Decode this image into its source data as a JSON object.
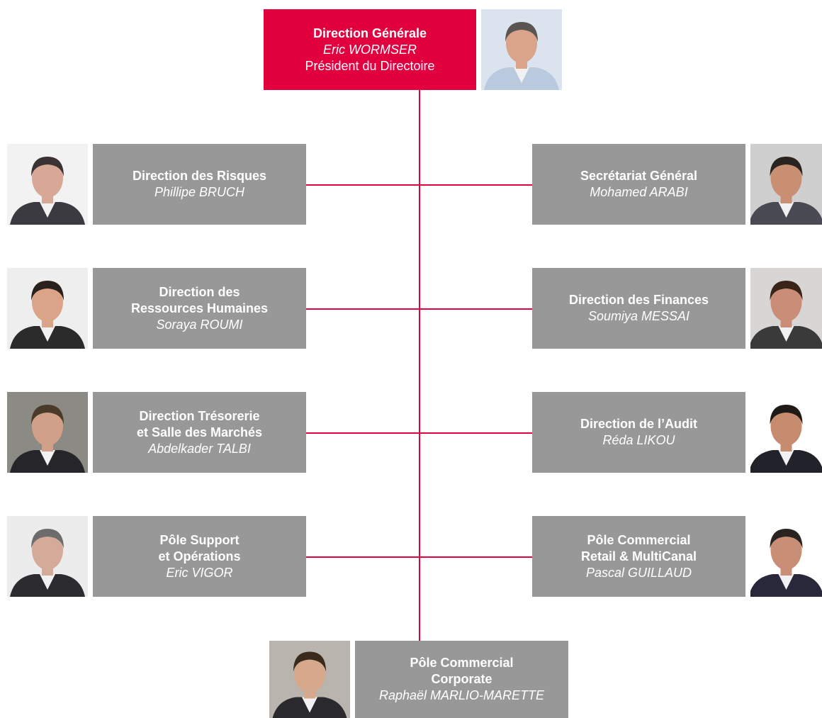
{
  "colors": {
    "accent": "#e2003e",
    "box": "#989898",
    "connector": "#e2003e"
  },
  "top": {
    "title": "Direction Générale",
    "name": "Eric WORMSER",
    "role": "Président du Directoire",
    "photo": {
      "bg": "#dbe3ee",
      "skin": "#d9a48a",
      "hair": "#5a5550",
      "suit": "#b9c9de"
    }
  },
  "left": [
    {
      "title": [
        "Direction des Risques"
      ],
      "name": "Phillipe BRUCH",
      "photo": {
        "bg": "#f2f2f2",
        "skin": "#d7a896",
        "hair": "#3b3232",
        "suit": "#3a3a40"
      }
    },
    {
      "title": [
        "Direction des",
        "Ressources Humaines"
      ],
      "name": "Soraya ROUMI",
      "photo": {
        "bg": "#eeeeee",
        "skin": "#d9a488",
        "hair": "#2a211d",
        "suit": "#2b2b2b"
      }
    },
    {
      "title": [
        "Direction Trésorerie",
        "et Salle des Marchés"
      ],
      "name": "Abdelkader TALBI",
      "photo": {
        "bg": "#8c8a84",
        "skin": "#d1a088",
        "hair": "#4a3a2a",
        "suit": "#26262a"
      }
    },
    {
      "title": [
        "Pôle Support",
        "et Opérations"
      ],
      "name": "Eric VIGOR",
      "photo": {
        "bg": "#ececec",
        "skin": "#d4aa98",
        "hair": "#6c6c6c",
        "suit": "#2c2c30"
      }
    }
  ],
  "right": [
    {
      "title": [
        "Secrétariat Général"
      ],
      "name": "Mohamed ARABI",
      "photo": {
        "bg": "#cfcfcf",
        "skin": "#c98f72",
        "hair": "#2a2420",
        "suit": "#4a4a55"
      }
    },
    {
      "title": [
        "Direction des Finances"
      ],
      "name": "Soumiya MESSAI",
      "photo": {
        "bg": "#d8d6d4",
        "skin": "#c98d78",
        "hair": "#3a2418",
        "suit": "#3a3a3a"
      }
    },
    {
      "title": [
        "Direction de l’Audit"
      ],
      "name": "Réda LIKOU",
      "photo": {
        "bg": "#ffffff",
        "skin": "#c78c70",
        "hair": "#1d1a18",
        "suit": "#22222a"
      }
    },
    {
      "title": [
        "Pôle Commercial",
        "Retail & MultiCanal"
      ],
      "name": "Pascal GUILLAUD",
      "photo": {
        "bg": "#ffffff",
        "skin": "#c98f76",
        "hair": "#2a2420",
        "suit": "#28283a"
      }
    }
  ],
  "bottom": {
    "title": [
      "Pôle Commercial",
      "Corporate"
    ],
    "name": "Raphaël MARLIO-MARETTE",
    "photo": {
      "bg": "#b9b5ae",
      "skin": "#d6a88c",
      "hair": "#3a2a1c",
      "suit": "#2a2a2e"
    }
  }
}
